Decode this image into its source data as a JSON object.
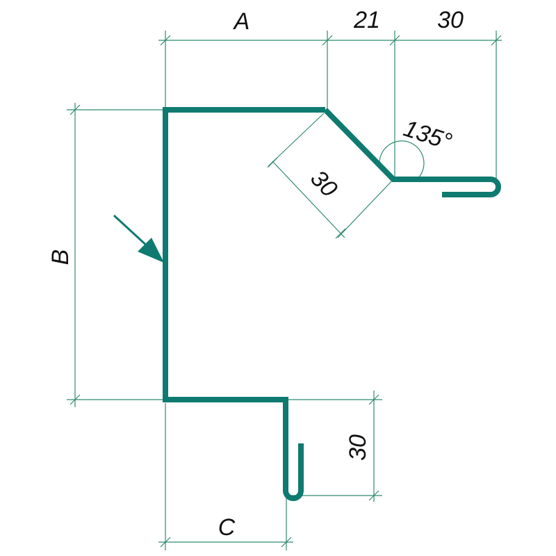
{
  "dimensions": {
    "top_a": "A",
    "top_21": "21",
    "top_30": "30",
    "angle": "135°",
    "diag_30": "30",
    "left_b": "B",
    "right_30": "30",
    "bottom_c": "C"
  },
  "colors": {
    "profile": "#0f7a70",
    "dimension_lines": "#2e8a6e",
    "text": "#111111"
  }
}
